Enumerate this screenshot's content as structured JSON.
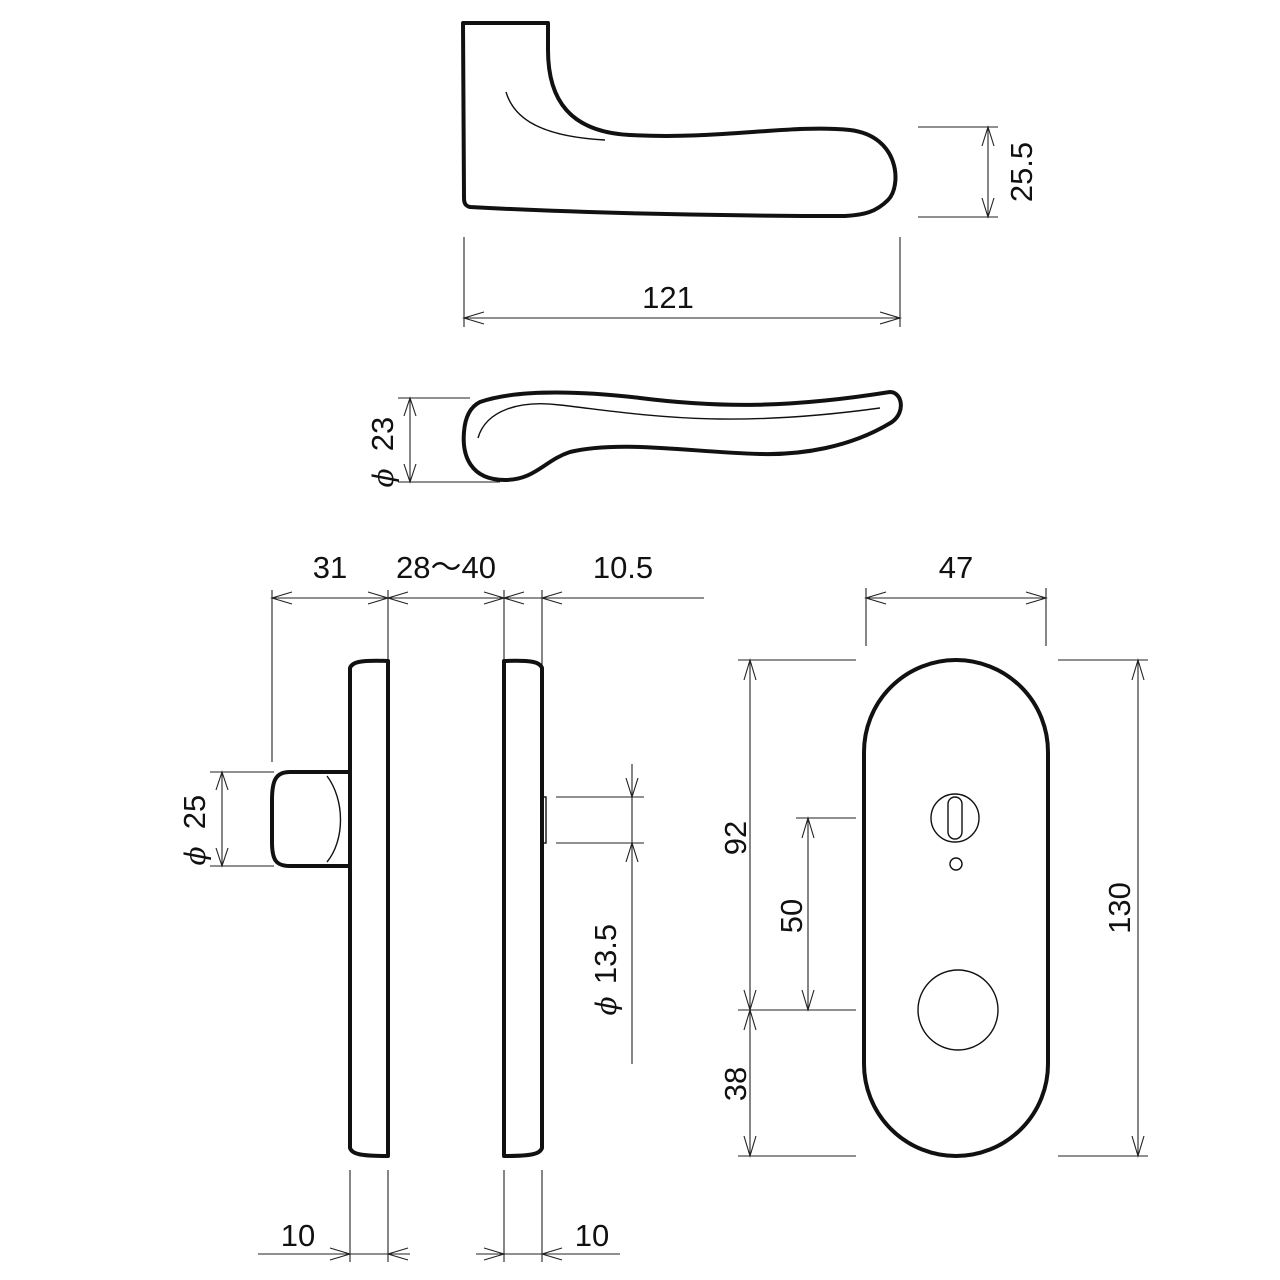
{
  "dimensions": {
    "lever_length": "121",
    "lever_height": "25.5",
    "grip_diameter_symbol": "ϕ",
    "grip_diameter": "23",
    "rose_projection": "31",
    "door_thickness": "28〜40",
    "inner_projection": "10.5",
    "knob_diameter_symbol": "ϕ",
    "knob_diameter": "25",
    "spindle_diameter_symbol": "ϕ",
    "spindle_diameter": "13.5",
    "plate_width": "47",
    "plate_height": "130",
    "upper_to_center": "92",
    "lower_to_center": "38",
    "center_distance": "50",
    "rose_thickness_left": "10",
    "rose_thickness_right": "10"
  }
}
